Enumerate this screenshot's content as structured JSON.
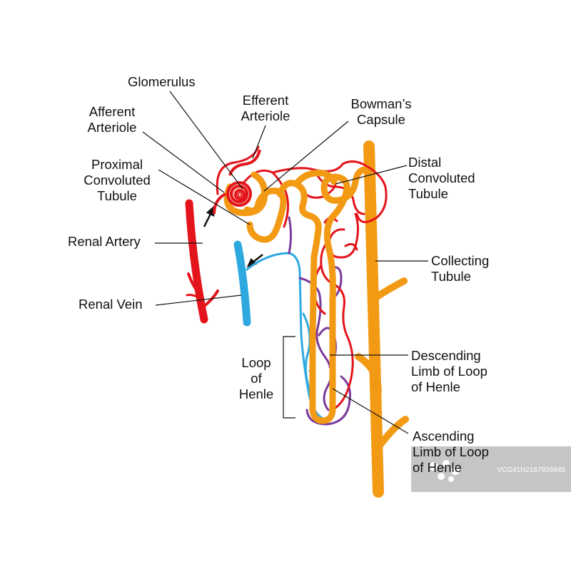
{
  "labels": {
    "glomerulus": "Glomerulus",
    "efferent_arteriole": [
      "Efferent",
      "Arteriole"
    ],
    "bowmans_capsule": [
      "Bowman’s",
      "Capsule"
    ],
    "afferent_arteriole": [
      "Afferent",
      "Arteriole"
    ],
    "proximal_convoluted_tubule": [
      "Proximal",
      "Convoluted",
      "Tubule"
    ],
    "distal_convoluted_tubule": [
      "Distal",
      "Convoluted",
      "Tubule"
    ],
    "renal_artery": "Renal Artery",
    "renal_vein": "Renal Vein",
    "collecting_tubule": [
      "Collecting",
      "Tubule"
    ],
    "loop_of_henle": [
      "Loop",
      "of",
      "Henle"
    ],
    "descending_limb": [
      "Descending",
      "Limb of Loop",
      "of Henle"
    ],
    "ascending_limb": [
      "Ascending",
      "Limb of Loop",
      "of Henle"
    ]
  },
  "watermark": {
    "text": "VCG41N2167926945",
    "logo": "vcg-logo"
  },
  "colors": {
    "artery": "#e3141b",
    "vein": "#2ea9e0",
    "tubule": "#f39a15",
    "capillary_mixed": "#7a3a9c",
    "leader_line": "#111111"
  }
}
